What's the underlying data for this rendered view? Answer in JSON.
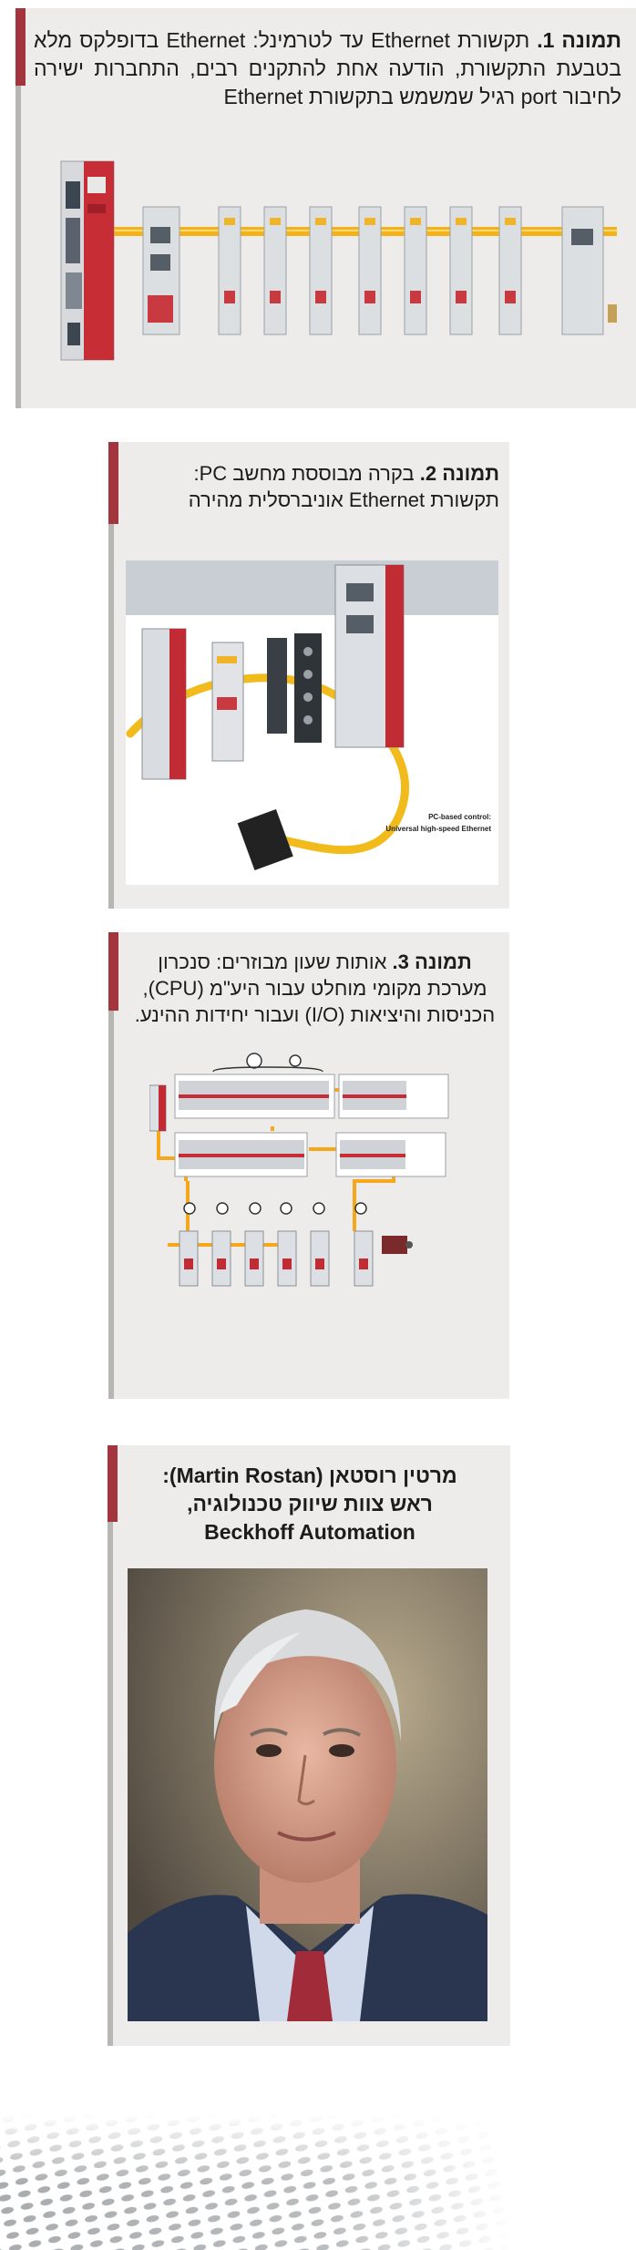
{
  "figure1": {
    "label": "תמונה 1.",
    "text": "תקשורת Ethernet עד לטרמינל: Ethernet בדופלקס מלא בטבעת התקשורת, הודעה אחת להתקנים רבים, התחברות ישירה לחיבור port רגיל שמשמש בתקשורת Ethernet"
  },
  "figure2": {
    "label": "תמונה 2.",
    "text": "בקרה מבוססת מחשב PC: תקשורת Ethernet אוניברסלית מהירה",
    "image_line1": "PC-based control:",
    "image_line2": "Universal high-speed Ethernet"
  },
  "figure3": {
    "label": "תמונה 3.",
    "text": "אותות שעון מבוזרים: סנכרון מערכת מקומי מוחלט עבור היע\"מ (CPU), הכניסות והיציאות (I/O) ועבור יחידות ההינע."
  },
  "portrait": {
    "line1": "מרטין רוסטאן (Martin Rostan):",
    "line2": "ראש צוות שיווק טכנולוגיה,",
    "line3": "Beckhoff Automation"
  },
  "colors": {
    "accent_red": "#a3353f",
    "cable_yellow": "#f4b21a",
    "card_bg": "#edecea"
  }
}
